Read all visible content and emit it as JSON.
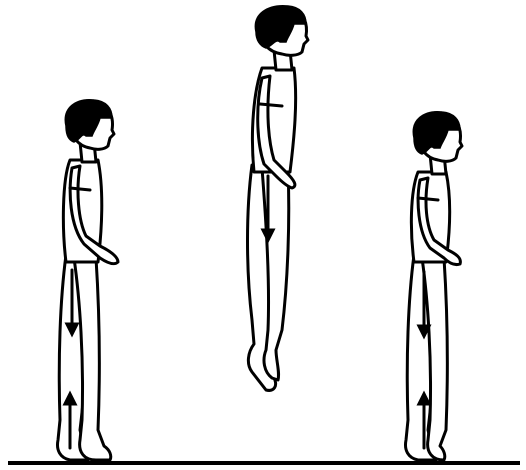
{
  "figure": {
    "figures": [
      {
        "pose": "standing",
        "arrows": [
          "down",
          "up"
        ]
      },
      {
        "pose": "airborne",
        "arrows": [
          "down"
        ]
      },
      {
        "pose": "standing",
        "arrows": [
          "down",
          "up"
        ]
      }
    ],
    "colors": {
      "ink": "#000000",
      "background": "#ffffff"
    }
  }
}
